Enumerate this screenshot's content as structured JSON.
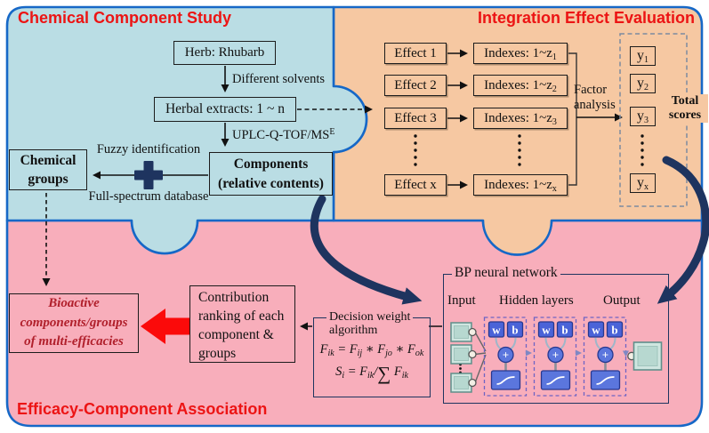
{
  "colors": {
    "blue_fill": "#badde4",
    "orange_fill": "#f6c8a2",
    "pink_fill": "#f8aebb",
    "piece_border": "#1668c7",
    "title_red": "#ec1414",
    "dark_red_text": "#b1202c",
    "navy_arrow": "#1e345f",
    "red_arrow": "#fb0a0a"
  },
  "chemical": {
    "title": "Chemical Component Study",
    "herb_box": "Herb: Rhubarb",
    "solvents_label": "Different solvents",
    "extracts_box": "Herbal extracts: 1 ~ n",
    "uplc_label": "UPLC-Q-TOF/MS",
    "uplc_sup": "E",
    "components_line1": "Components",
    "components_line2": "(relative contents)",
    "fuzzy_label": "Fuzzy identification",
    "database_label": "Full-spectrum database",
    "groups_line1": "Chemical",
    "groups_line2": "groups"
  },
  "integration": {
    "title": "Integration Effect Evaluation",
    "rows": [
      {
        "effect": "Effect 1",
        "index_prefix": "Indexes: 1~z",
        "index_sub": "1"
      },
      {
        "effect": "Effect 2",
        "index_prefix": "Indexes: 1~z",
        "index_sub": "2"
      },
      {
        "effect": "Effect 3",
        "index_prefix": "Indexes: 1~z",
        "index_sub": "3"
      },
      {
        "effect": "Effect x",
        "index_prefix": "Indexes: 1~z",
        "index_sub": "x"
      }
    ],
    "factor_line1": "Factor",
    "factor_line2": "analysis",
    "scores": [
      {
        "base": "y",
        "sub": "1"
      },
      {
        "base": "y",
        "sub": "2"
      },
      {
        "base": "y",
        "sub": "3"
      },
      {
        "base": "y",
        "sub": "x"
      }
    ],
    "total_line1": "Total",
    "total_line2": "scores"
  },
  "efficacy": {
    "title": "Efficacy-Component Association",
    "bioactive_line1": "Bioactive",
    "bioactive_line2": "components/groups",
    "bioactive_line3": "of multi-efficacies",
    "contribution_line1": "Contribution",
    "contribution_line2": "ranking of each",
    "contribution_line3": "component &",
    "contribution_line4": "groups",
    "decision_legend1": "Decision weight",
    "decision_legend2": "algorithm",
    "formula1": {
      "v1": "F",
      "s1": "ik",
      "op1": " = ",
      "v2": "F",
      "s2": "ij",
      "op2": " ∗ ",
      "v3": "F",
      "s3": "jo",
      "op3": " ∗ ",
      "v4": "F",
      "s4": "ok"
    },
    "formula2": {
      "v1": "S",
      "s1": "i",
      "op1": " = ",
      "v2": "F",
      "s2": "ik",
      "op2": "/",
      "sum": "∑",
      "v3": "F",
      "s3": "ik"
    },
    "bp": {
      "legend": "BP neural network",
      "input_label": "Input",
      "hidden_label": "Hidden layers",
      "output_label": "Output",
      "w": "w",
      "b": "b",
      "plus": "+"
    }
  }
}
